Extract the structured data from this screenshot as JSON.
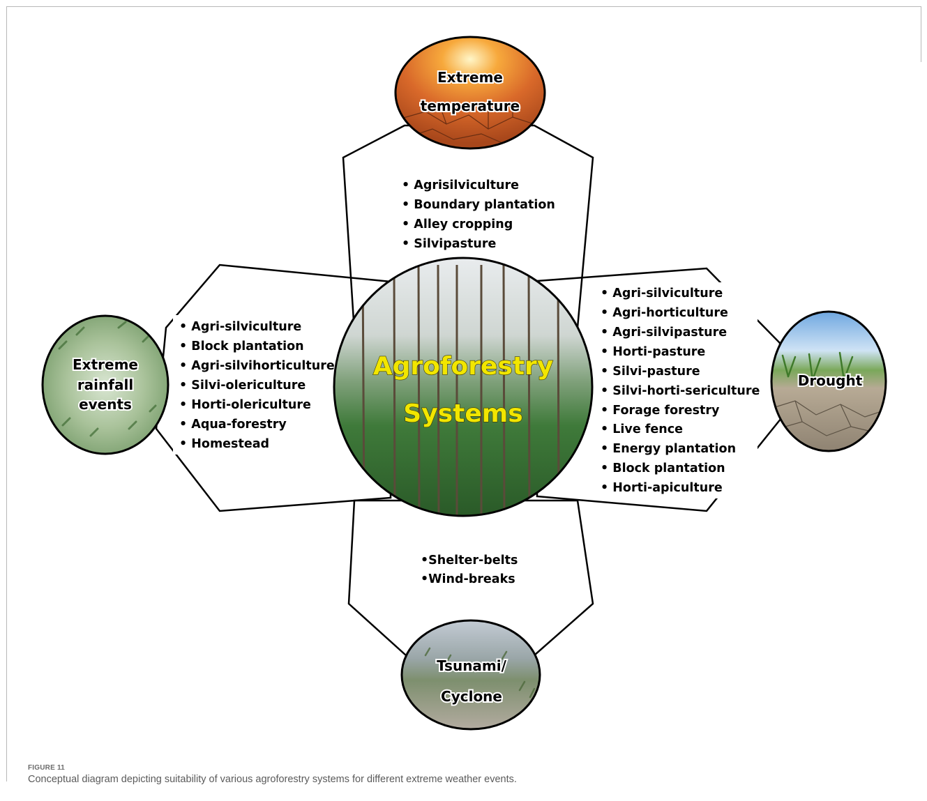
{
  "center": {
    "title_line1": "Agroforestry",
    "title_line2": "Systems"
  },
  "nodes": {
    "top": {
      "line1": "Extreme",
      "line2": "temperature"
    },
    "left": {
      "line1": "Extreme",
      "line2": "rainfall",
      "line3": "events"
    },
    "right": {
      "line1": "Drought"
    },
    "bottom": {
      "line1": "Tsunami/",
      "line2": "Cyclone"
    }
  },
  "lists": {
    "top": [
      "• Agrisilviculture",
      "• Boundary plantation",
      "• Alley cropping",
      "• Silvipasture"
    ],
    "left": [
      "• Agri-silviculture",
      "• Block plantation",
      "• Agri-silvihorticulture",
      "• Silvi-olericulture",
      "• Horti-olericulture",
      "• Aqua-forestry",
      "• Homestead"
    ],
    "right": [
      "• Agri-silviculture",
      "• Agri-horticulture",
      "• Agri-silvipasture",
      "• Horti-pasture",
      "• Silvi-pasture",
      "• Silvi-horti-sericulture",
      "• Forage forestry",
      "• Live fence",
      "• Energy plantation",
      "• Block plantation",
      "• Horti-apiculture"
    ],
    "bottom": [
      "•Shelter-belts",
      "•Wind-breaks"
    ]
  },
  "caption": {
    "label": "FIGURE 11",
    "text": "Conceptual diagram depicting suitability of various agroforestry systems for different extreme weather events."
  }
}
